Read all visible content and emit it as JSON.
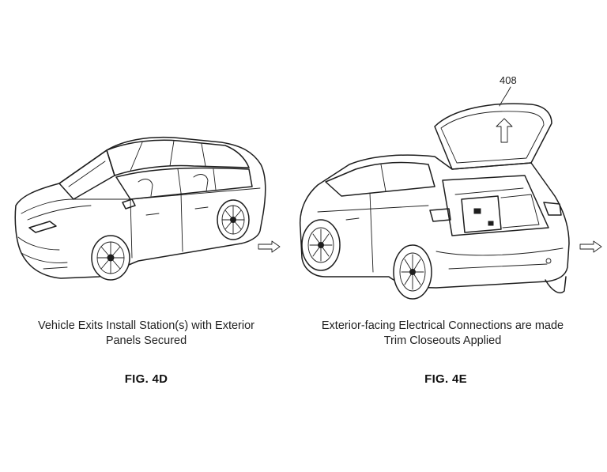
{
  "figures": [
    {
      "caption_line1": "Vehicle Exits Install Station(s) with Exterior",
      "caption_line2": "Panels Secured",
      "label": "FIG. 4D"
    },
    {
      "caption_line1": "Exterior-facing Electrical Connections are made",
      "caption_line2": "Trim Closeouts Applied",
      "label": "FIG. 4E",
      "reference_numeral": "408"
    }
  ]
}
